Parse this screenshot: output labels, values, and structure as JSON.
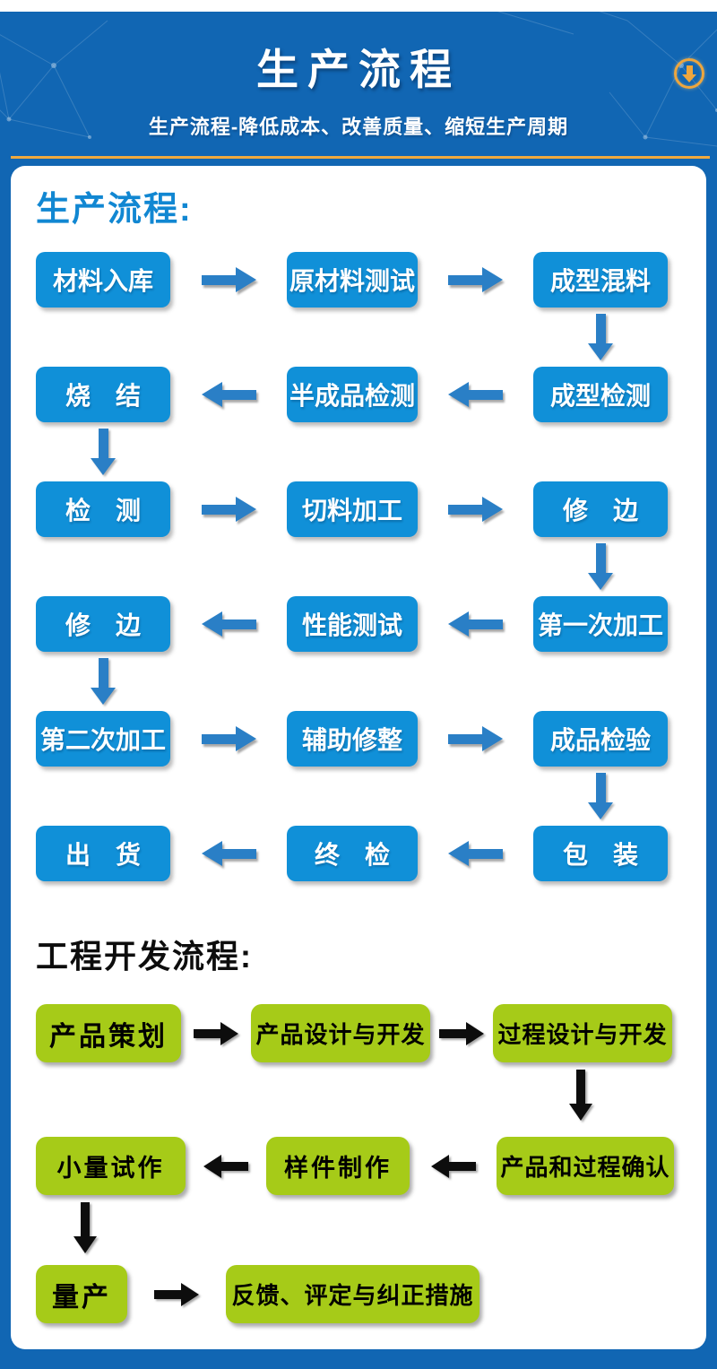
{
  "header": {
    "title": "生产流程",
    "subtitle": "生产流程-降低成本、改善质量、缩短生产周期",
    "download_icon": "circled-down-arrow"
  },
  "colors": {
    "header_blue": "#1166b3",
    "box_blue": "#1090d8",
    "arrow_blue": "#2a7fc6",
    "box_green": "#a6cb18",
    "accent_gold": "#efa93f",
    "heading_blue": "#1187d2"
  },
  "production_flow": {
    "heading": "生产流程:",
    "rows": [
      {
        "direction": "right",
        "boxes": [
          "材料入库",
          "原材料测试",
          "成型混料"
        ]
      },
      {
        "direction": "left",
        "boxes": [
          "烧　结",
          "半成品检测",
          "成型检测"
        ]
      },
      {
        "direction": "right",
        "boxes": [
          "检　测",
          "切料加工",
          "修　边"
        ]
      },
      {
        "direction": "left",
        "boxes": [
          "修　边",
          "性能测试",
          "第一次加工"
        ]
      },
      {
        "direction": "right",
        "boxes": [
          "第二次加工",
          "辅助修整",
          "成品检验"
        ]
      },
      {
        "direction": "left",
        "boxes": [
          "出　货",
          "终　检",
          "包　装"
        ]
      }
    ]
  },
  "engineering_flow": {
    "heading": "工程开发流程:",
    "rows": [
      {
        "direction": "right",
        "boxes": [
          "产品策划",
          "产品设计与开发",
          "过程设计与开发"
        ]
      },
      {
        "direction": "left",
        "boxes": [
          "小量试作",
          "样件制作",
          "产品和过程确认"
        ]
      },
      {
        "direction": "right",
        "boxes": [
          "量产",
          "反馈、评定与纠正措施"
        ]
      }
    ]
  }
}
